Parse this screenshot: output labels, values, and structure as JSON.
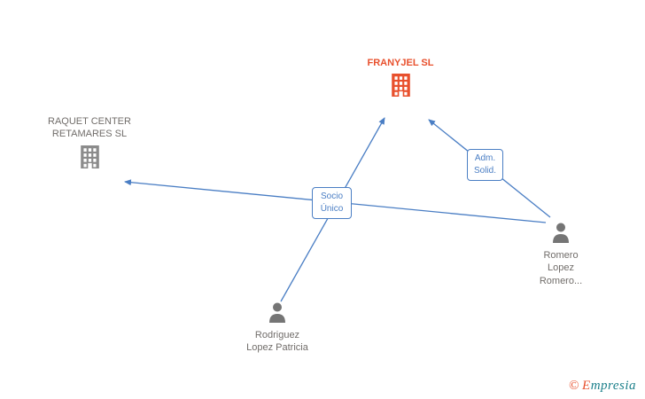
{
  "colors": {
    "edge": "#4a7ec4",
    "edge_label": "#4a7ec4",
    "company_highlight": "#e8502d",
    "company_neutral": "#8b8b8b",
    "person": "#757575",
    "node_label": "#716d6a",
    "brand_orange": "#e8502d",
    "brand_teal": "#1b7f8a"
  },
  "nodes": {
    "franyjel": {
      "label": "FRANYJEL SL",
      "type": "company"
    },
    "raquet_center": {
      "label": "RAQUET CENTER RETAMARES SL",
      "type": "company"
    },
    "rodriguez": {
      "label": "Rodriguez Lopez Patricia",
      "type": "person"
    },
    "romero": {
      "label": "Romero Lopez Romero...",
      "type": "person"
    }
  },
  "edges": {
    "socio_unico": {
      "label": "Socio Único"
    },
    "adm_solid": {
      "label": "Adm. Solid."
    }
  },
  "footer": {
    "copyright": "©",
    "brand_initial": "E",
    "brand_rest": "mpresia"
  }
}
